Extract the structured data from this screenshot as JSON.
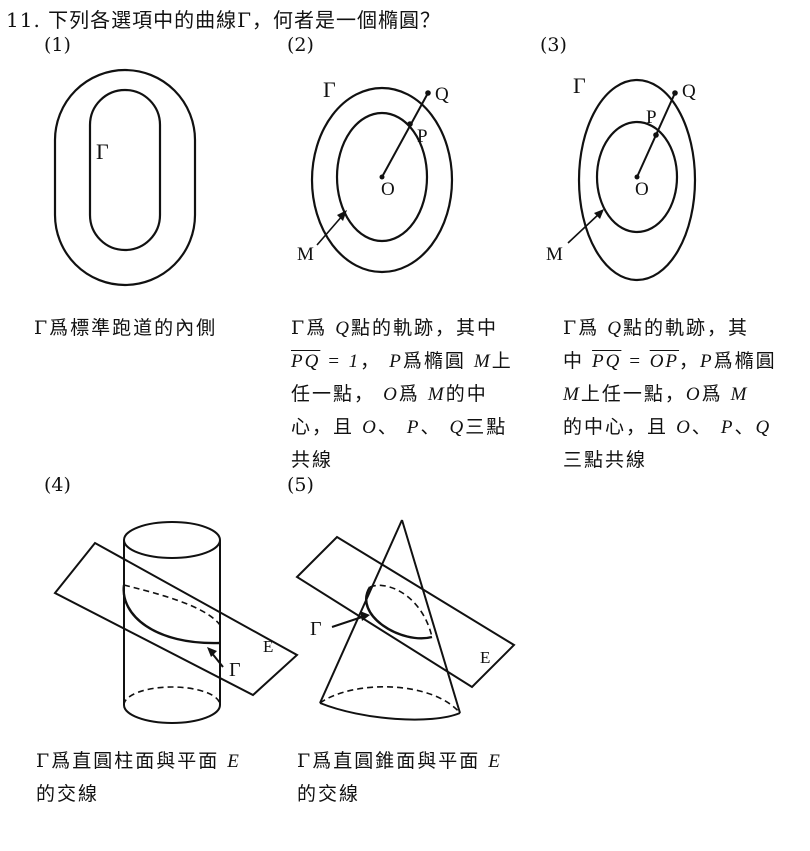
{
  "question": {
    "number": "11.",
    "text": "下列各選項中的曲線Γ，何者是一個橢圓？"
  },
  "options": [
    {
      "label": "(1)",
      "caption": "Γ爲標準跑道的內側",
      "figure_labels": {
        "gamma": "Γ"
      }
    },
    {
      "label": "(2)",
      "caption_rows": [
        "Γ爲 Q點的軌跡，其中",
        "PQ = 1， P爲橢圓 M上",
        "任一點， O爲 M的中",
        "心，且 O、 P、 Q三點",
        "共線"
      ],
      "figure_labels": {
        "gamma": "Γ",
        "q": "Q",
        "p": "P",
        "o": "O",
        "m": "M"
      }
    },
    {
      "label": "(3)",
      "caption_rows": [
        "Γ爲 Q點的軌跡，其",
        "中 PQ = OP，P爲橢圓",
        "M上任一點，O爲 M",
        "的中心，且 O、 P、Q",
        "三點共線"
      ],
      "figure_labels": {
        "gamma": "Γ",
        "q": "Q",
        "p": "P",
        "o": "O",
        "m": "M"
      }
    },
    {
      "label": "(4)",
      "caption_rows": [
        "Γ爲直圓柱面與平面 E",
        "的交線"
      ],
      "figure_labels": {
        "gamma": "Γ",
        "e": "E"
      }
    },
    {
      "label": "(5)",
      "caption_rows": [
        "Γ爲直圓錐面與平面 E",
        "的交線"
      ],
      "figure_labels": {
        "gamma": "Γ",
        "e": "E"
      }
    }
  ],
  "text_parts": {
    "gamma": "Γ",
    "wei": "爲",
    "q": "Q",
    "p": "P",
    "o": "O",
    "m": "M",
    "e": "E",
    "pq": "PQ",
    "op": "OP",
    "eq1": " = 1",
    "eq": " = ",
    "c2_r1_tail": "點的軌跡，其中",
    "c2_r2_a": "，",
    "c2_r2_b": "爲橢圓",
    "c2_r2_c": "上",
    "c2_r3_a": "任一點，",
    "c2_r3_b": "爲",
    "c2_r3_c": "的中",
    "c2_r4_a": "心，且",
    "sep": "、",
    "c2_r4_b": "三點",
    "c2_r5": "共線",
    "c3_r1_tail": "點的軌跡，其",
    "c3_r2_a": "中 ",
    "c3_r2_b": "，",
    "c3_r2_c": "爲橢圓",
    "c3_r3_a": "上任一點，",
    "c3_r3_b": "爲",
    "c3_r4_a": "的中心，且",
    "c3_r5": "三點共線",
    "c4_r1": "爲直圓柱面與平面",
    "c5_r1": "爲直圓錐面與平面",
    "c45_r2": "的交線"
  }
}
